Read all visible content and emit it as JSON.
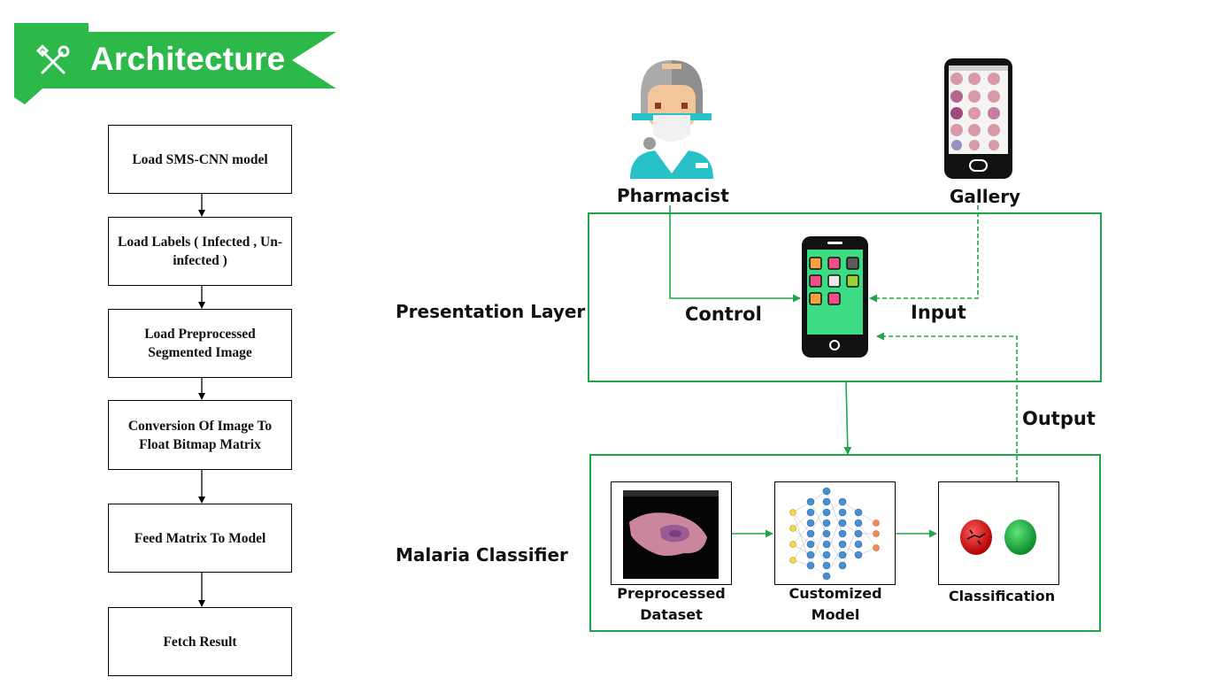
{
  "banner": {
    "title": "Architecture",
    "icon": "tools-icon",
    "color": "#2db84a"
  },
  "flowchart": {
    "steps": [
      "Load SMS-CNN model",
      "Load Labels ( Infected , Un-infected )",
      "Load Preprocessed Segmented Image",
      "Conversion Of Image To Float Bitmap Matrix",
      "Feed Matrix To Model",
      "Fetch Result"
    ]
  },
  "actors": {
    "pharmacist": "Pharmacist",
    "gallery": "Gallery"
  },
  "layers": {
    "presentation": "Presentation Layer",
    "classifier": "Malaria Classifier"
  },
  "edges": {
    "control": "Control",
    "input": "Input",
    "output": "Output"
  },
  "pipeline": {
    "dataset": "Preprocessed Dataset",
    "model": "Customized Model",
    "classification": "Classification"
  },
  "colors": {
    "accent": "#2db84a",
    "frame": "#22a54a",
    "phone_screen": "#3ddc84"
  }
}
